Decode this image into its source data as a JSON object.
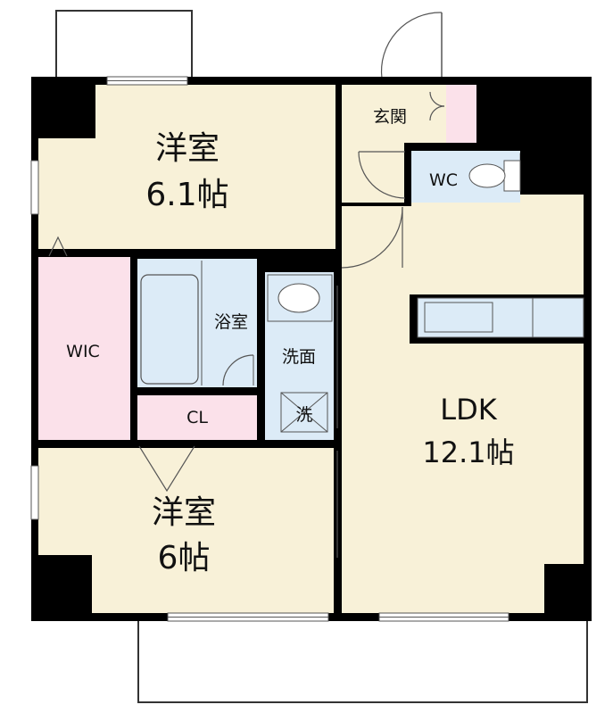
{
  "colors": {
    "wall": "#000000",
    "bedroom_floor": "#f8f1d8",
    "wic_floor": "#fbe1ea",
    "wet_area": "#dcebf7",
    "balcony_line": "#333333"
  },
  "rooms": {
    "bedroom1": {
      "name": "洋室",
      "size": "6.1帖"
    },
    "bedroom2": {
      "name": "洋室",
      "size": "6帖"
    },
    "ldk": {
      "name": "LDK",
      "size": "12.1帖"
    },
    "wic": {
      "name": "WIC"
    },
    "closet": {
      "name": "CL"
    },
    "bath": {
      "name": "浴室"
    },
    "washroom": {
      "name": "洗面"
    },
    "washer": {
      "name": "洗"
    },
    "toilet": {
      "name": "WC"
    },
    "entrance": {
      "name": "玄関"
    }
  }
}
